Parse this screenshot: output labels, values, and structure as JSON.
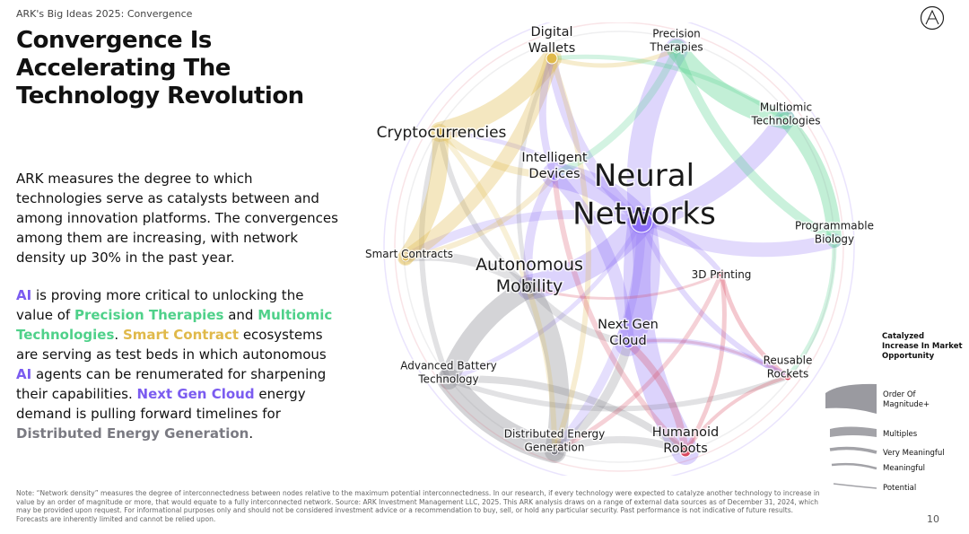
{
  "header": {
    "kicker": "ARK's Big Ideas 2025: Convergence",
    "title": "Convergence Is Accelerating The Technology Revolution"
  },
  "intro": "ARK measures the degree to which technologies serve as catalysts between and among innovation platforms. The convergences among them are increasing, with network density up 30% in the past year.",
  "body": {
    "parts": [
      {
        "text": "AI",
        "color": "#7b5cf0",
        "bold": true
      },
      {
        "text": " is proving more critical to unlocking the value of ",
        "color": "#111111",
        "bold": false
      },
      {
        "text": "Precision Therapies",
        "color": "#4fd18a",
        "bold": true
      },
      {
        "text": " and ",
        "color": "#111111",
        "bold": false
      },
      {
        "text": "Multiomic Technologies",
        "color": "#4fd18a",
        "bold": true
      },
      {
        "text": ". ",
        "color": "#111111",
        "bold": false
      },
      {
        "text": "Smart Contract",
        "color": "#e0b94a",
        "bold": true
      },
      {
        "text": " ecosystems are serving as test beds in which autonomous ",
        "color": "#111111",
        "bold": false
      },
      {
        "text": "AI",
        "color": "#7b5cf0",
        "bold": true
      },
      {
        "text": " agents can be renumerated for sharpening their capabilities. ",
        "color": "#111111",
        "bold": false
      },
      {
        "text": "Next Gen Cloud",
        "color": "#7b5cf0",
        "bold": true
      },
      {
        "text": " energy demand is pulling forward timelines for ",
        "color": "#111111",
        "bold": false
      },
      {
        "text": "Distributed Energy Generation",
        "color": "#7a7a82",
        "bold": true
      },
      {
        "text": ".",
        "color": "#111111",
        "bold": false
      }
    ]
  },
  "network": {
    "nodes": [
      {
        "id": "neural",
        "label": "Neural\nNetworks",
        "dot": "#8a6cf5",
        "size": "xl",
        "anchor": "middle"
      },
      {
        "id": "auto",
        "label": "Autonomous\nMobility",
        "dot": "#7a7a82",
        "size": "lg",
        "anchor": "middle"
      },
      {
        "id": "crypto",
        "label": "Cryptocurrencies",
        "dot": "#e0b94a",
        "size": "md",
        "anchor": "middle"
      },
      {
        "id": "intel",
        "label": "Intelligent\nDevices",
        "dot": "#8a6cf5",
        "size": "sm",
        "anchor": "middle"
      },
      {
        "id": "wallets",
        "label": "Digital\nWallets",
        "dot": "#e0b94a",
        "size": "sm",
        "anchor": "middle"
      },
      {
        "id": "precision",
        "label": "Precision\nTherapies",
        "dot": "#4fd18a",
        "size": "xs",
        "anchor": "middle"
      },
      {
        "id": "multiomic",
        "label": "Multiomic\nTechnologies",
        "dot": "#4fd18a",
        "size": "xs",
        "anchor": "middle"
      },
      {
        "id": "progbio",
        "label": "Programmable\nBiology",
        "dot": "#4fd18a",
        "size": "xs",
        "anchor": "middle"
      },
      {
        "id": "print3d",
        "label": "3D Printing",
        "dot": "#d9485f",
        "size": "xs",
        "anchor": "middle"
      },
      {
        "id": "smart",
        "label": "Smart Contracts",
        "dot": "#e0b94a",
        "size": "xs",
        "anchor": "middle"
      },
      {
        "id": "cloud",
        "label": "Next Gen\nCloud",
        "dot": "#8a6cf5",
        "size": "sm",
        "anchor": "middle"
      },
      {
        "id": "battery",
        "label": "Advanced Battery\nTechnology",
        "dot": "#7a7a82",
        "size": "xs",
        "anchor": "middle"
      },
      {
        "id": "rockets",
        "label": "Reusable\nRockets",
        "dot": "#d9485f",
        "size": "xs",
        "anchor": "middle"
      },
      {
        "id": "energy",
        "label": "Distributed Energy\nGeneration",
        "dot": "#7a7a82",
        "size": "xs",
        "anchor": "middle"
      },
      {
        "id": "humanoid",
        "label": "Humanoid\nRobots",
        "dot": "#d9485f",
        "size": "sm",
        "anchor": "middle"
      }
    ]
  },
  "legend": {
    "title": "Catalyzed Increase In Market Opportunity",
    "items": [
      "Order Of Magnitude+",
      "Multiples",
      "Very Meaningful",
      "Meaningful",
      "Potential"
    ]
  },
  "footer": {
    "note": "Note: “Network density” measures the degree of interconnectedness between nodes relative to the maximum potential interconnectedness. In our research, if every technology were expected to catalyze another technology to increase in value by an order of magnitude or more, that would equate to a fully interconnected network. Source: ARK Investment Management LLC, 2025. This ARK analysis draws on a range of external data sources as of December 31, 2024, which may be provided upon request. For informational purposes only and should not be considered investment advice or a recommendation to buy, sell, or hold any particular security. Past performance is not indicative of future results. Forecasts are inherently limited and cannot be relied upon.",
    "page": "10"
  }
}
